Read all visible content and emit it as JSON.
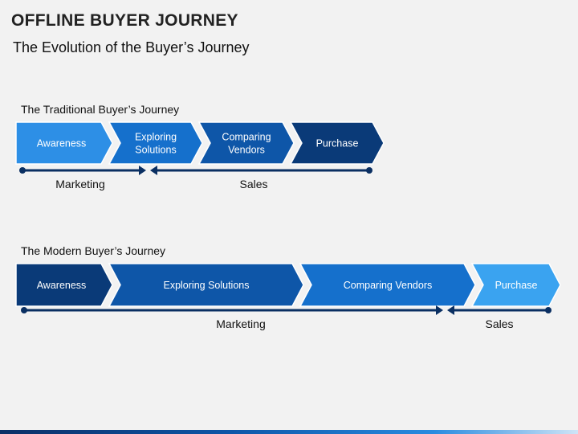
{
  "header": {
    "title": "OFFLINE BUYER JOURNEY",
    "subtitle": "The Evolution of the Buyer’s Journey"
  },
  "traditional": {
    "title": "The Traditional Buyer’s Journey",
    "steps": [
      {
        "lines": [
          "Awareness"
        ],
        "color": "#2d8fe6"
      },
      {
        "lines": [
          "Exploring",
          "Solutions"
        ],
        "color": "#1570cc"
      },
      {
        "lines": [
          "Comparing",
          "Vendors"
        ],
        "color": "#0e56a8"
      },
      {
        "lines": [
          "Purchase"
        ],
        "color": "#0a3a78"
      }
    ],
    "phases": [
      "Marketing",
      "Sales"
    ]
  },
  "modern": {
    "title": "The Modern Buyer’s Journey",
    "steps": [
      {
        "lines": [
          "Awareness"
        ],
        "color": "#0a3a78"
      },
      {
        "lines": [
          "Exploring Solutions"
        ],
        "color": "#0e56a8"
      },
      {
        "lines": [
          "Comparing Vendors"
        ],
        "color": "#1570cc"
      },
      {
        "lines": [
          "Purchase"
        ],
        "color": "#3aa3f0"
      }
    ],
    "phases": [
      "Marketing",
      "Sales"
    ]
  },
  "colors": {
    "line": "#0a2f62"
  }
}
